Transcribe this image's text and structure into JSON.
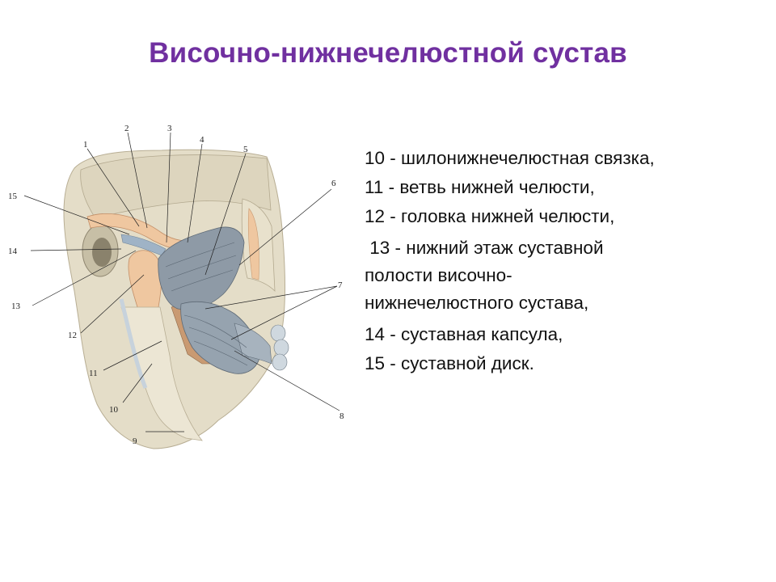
{
  "slide": {
    "title": "Височно-нижнечелюстной сустав"
  },
  "figure": {
    "labels": {
      "l1": "1",
      "l2": "2",
      "l3": "3",
      "l4": "4",
      "l5": "5",
      "l6": "6",
      "l7": "7",
      "l8": "8",
      "l9": "9",
      "l10": "10",
      "l11": "11",
      "l12": "12",
      "l13": "13",
      "l14": "14",
      "l15": "15"
    }
  },
  "legend": {
    "items": [
      "10 - шилонижнечелюстная связка,",
      "11 - ветвь нижней челюсти,",
      "12 - головка нижней челюсти,",
      "13 - нижний этаж суставной полости височно-нижнечелюстного сустава,",
      "14 - суставная капсула,",
      "15 - суставной диск."
    ],
    "item13_lines": [
      " 13 - нижний этаж суставной",
      "полости височно-",
      "нижнечелюстного сустава,"
    ]
  },
  "colors": {
    "title": "#7030a0",
    "bone": "#e4ddc8",
    "cartilage": "#efc7a0",
    "capsule": "#8e9aa6"
  }
}
